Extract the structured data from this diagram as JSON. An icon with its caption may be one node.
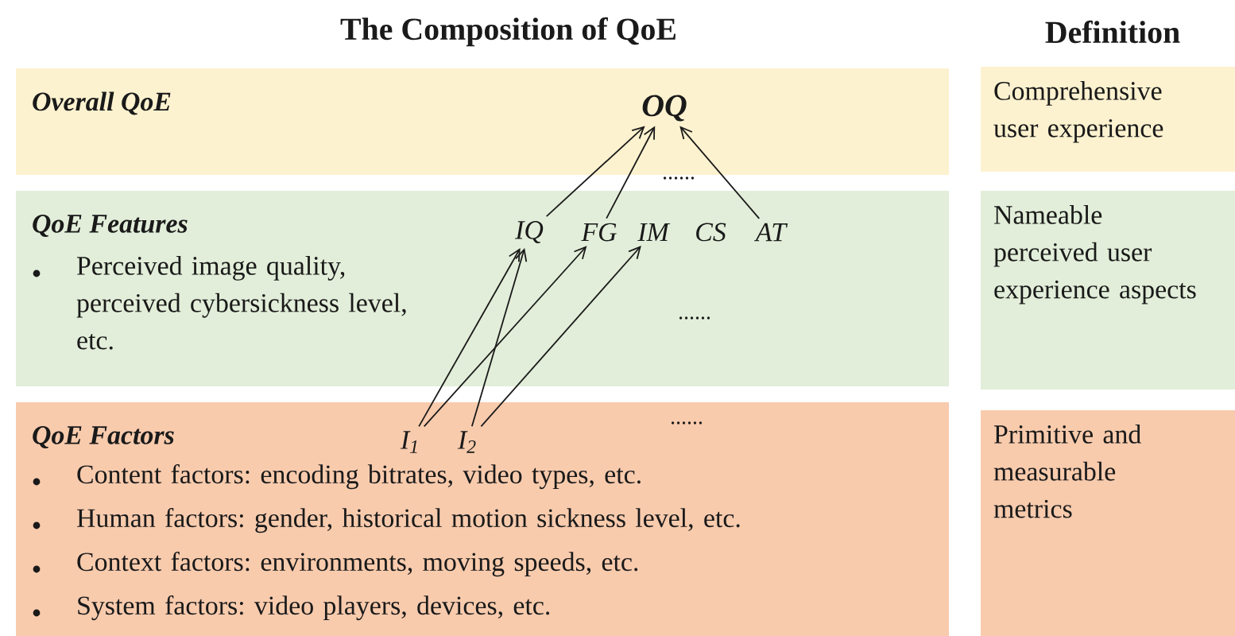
{
  "diagram": {
    "title": "The Composition of QoE",
    "nodes": [
      {
        "text": [
          "Overall QoE"
        ]
      },
      {
        "text": [
          "QoE Features",
          "Perceived image quality, perceived cybersickness level, etc."
        ]
      },
      {
        "text": [
          "QoE Factors",
          "Content factors: encoding bitrates, video types, etc.",
          "Human factors: gender, historical motion sickness level, etc.",
          "Context factors: environments, moving speeds, etc.",
          "System factors: video players, devices, etc."
        ]
      },
      {
        "text": [
          "Comprehensive user experience"
        ]
      },
      {
        "text": [
          "Nameable perceived user experience aspects"
        ]
      },
      {
        "text": [
          "Primitive and measurable metrics"
        ]
      },
      {
        "text": [
          "OQ"
        ],
        "in": 0
      },
      {
        "text": [
          "IQ"
        ],
        "in": 1
      },
      {
        "text": [
          "FG"
        ],
        "in": 1
      },
      {
        "text": [
          "IM"
        ],
        "in": 1
      },
      {
        "text": [
          "CS"
        ],
        "in": 1
      },
      {
        "text": [
          "AT"
        ],
        "in": 1
      },
      {
        "text": [
          "I$_{1}$"
        ],
        "in": 2
      },
      {
        "text": [
          "I$_{2}$"
        ],
        "in": 2
      }
    ],
    "edges": [
      {
        "from": 7,
        "to": 6,
        "arrow": "to"
      },
      {
        "from": 8,
        "to": 6,
        "arrow": "to"
      },
      {
        "from": 11,
        "to": 6,
        "arrow": "to"
      },
      {
        "from": 12,
        "to": 7,
        "arrow": "to"
      },
      {
        "from": 12,
        "to": 8,
        "arrow": "to"
      },
      {
        "from": 13,
        "to": 7,
        "arrow": "to"
      },
      {
        "from": 13,
        "to": 9,
        "arrow": "to"
      }
    ],
    "labels": [
      "Definition",
      "......",
      "......",
      "......"
    ]
  }
}
